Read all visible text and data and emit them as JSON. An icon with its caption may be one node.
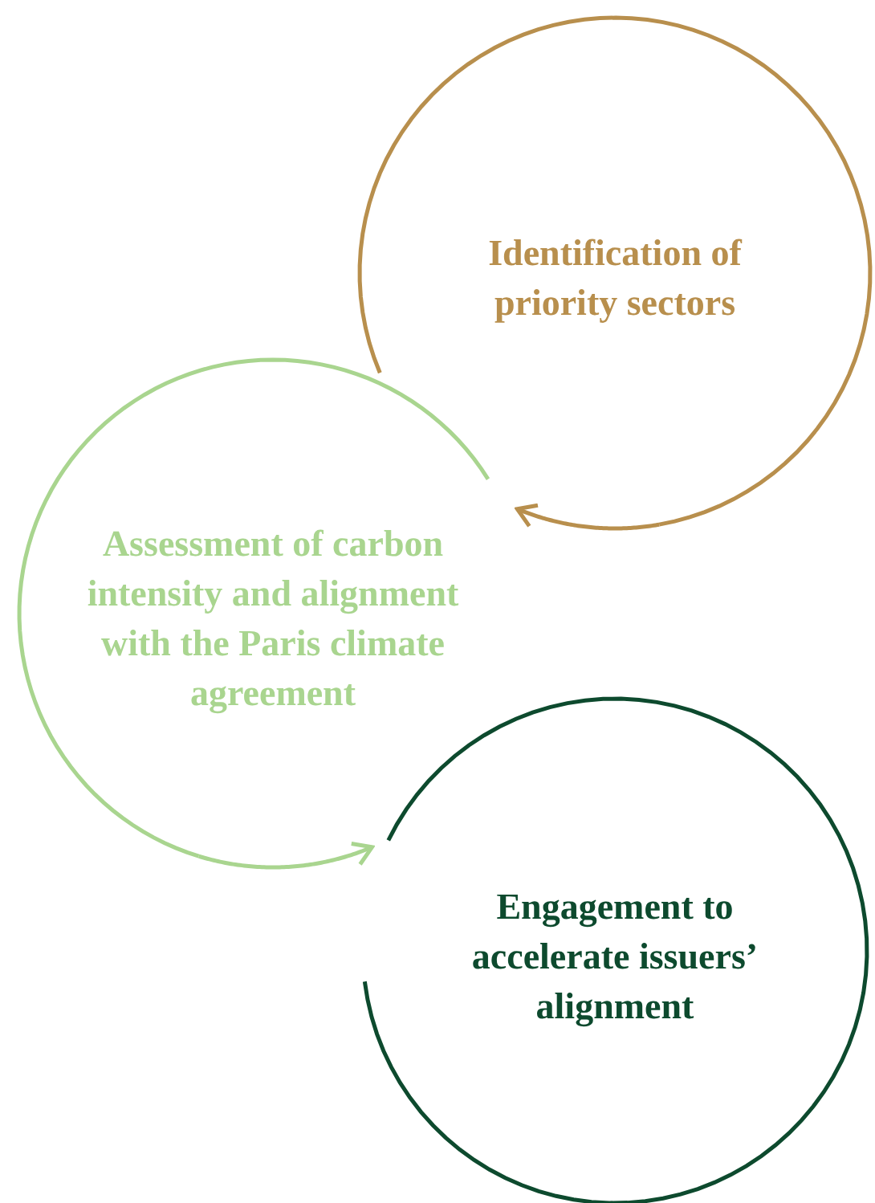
{
  "diagram": {
    "nodes": [
      {
        "text": [
          "Identification of priority sectors"
        ]
      },
      {
        "text": [
          "Assessment of carbon intensity and alignment with the Paris climate agreement"
        ]
      },
      {
        "text": [
          "Engagement to accelerate issuers’ alignment"
        ]
      }
    ],
    "edges": [
      {
        "from": 0,
        "to": 1,
        "arrow": "to",
        "color": "#b88f4d"
      },
      {
        "from": 1,
        "to": 2,
        "arrow": "to",
        "color": "#a9d58f"
      }
    ]
  }
}
